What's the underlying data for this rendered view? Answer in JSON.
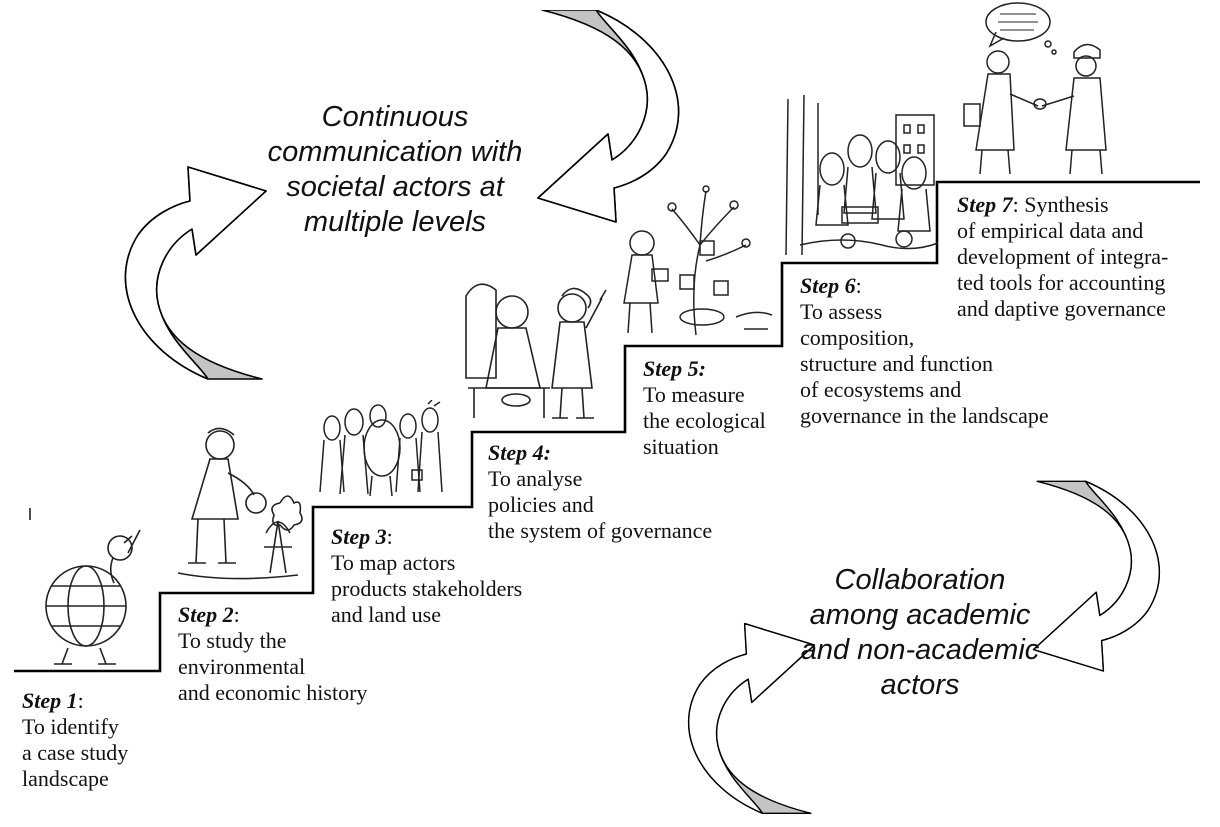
{
  "captions": {
    "top": [
      "Continuous",
      "communication with",
      "societal actors at",
      "multiple levels"
    ],
    "bottom": [
      "Collaboration",
      "among academic",
      "and non-academic",
      "actors"
    ]
  },
  "steps": [
    {
      "label": "Step 1",
      "sep": ":",
      "lines": [
        "To identify",
        "a case study",
        "landscape"
      ]
    },
    {
      "label": "Step 2",
      "sep": ":",
      "lines": [
        "To study the",
        "environmental",
        "and economic history"
      ]
    },
    {
      "label": "Step 3",
      "sep": ":",
      "lines": [
        "To map actors",
        "products stakeholders",
        "and land use"
      ]
    },
    {
      "label": "Step 4:",
      "sep": "",
      "lines": [
        "To analyse",
        "policies and",
        "the system of governance"
      ]
    },
    {
      "label": "Step 5:",
      "sep": "",
      "lines": [
        "To measure",
        "the ecological",
        "situation"
      ]
    },
    {
      "label": "Step 6",
      "sep": ":",
      "lines": [
        "To assess",
        "composition,",
        "structure and function",
        "of ecosystems and",
        "governance in the landscape"
      ]
    },
    {
      "label": "Step 7",
      "sep": ":  Synthesis",
      "lines": [
        "of empirical data and",
        "development of integra-",
        "ted tools for accounting",
        "and  daptive governance"
      ]
    }
  ],
  "icons": {
    "cartoon_1": "globe-person-cartoon",
    "cartoon_2": "person-examining-tree-cartoon",
    "cartoon_3": "group-of-people-cartoon",
    "cartoon_4": "office-meeting-cartoon",
    "cartoon_5": "person-measuring-tree-cartoon",
    "cartoon_6": "crowd-in-forest-cartoon",
    "cartoon_7": "handshake-formula-cartoon",
    "arrows": "curved-arrow-icon"
  },
  "colors": {
    "stairs": "#000000",
    "arrow_fill": "#c4c4c4",
    "arrow_stroke": "#000000",
    "text": "#111111"
  }
}
